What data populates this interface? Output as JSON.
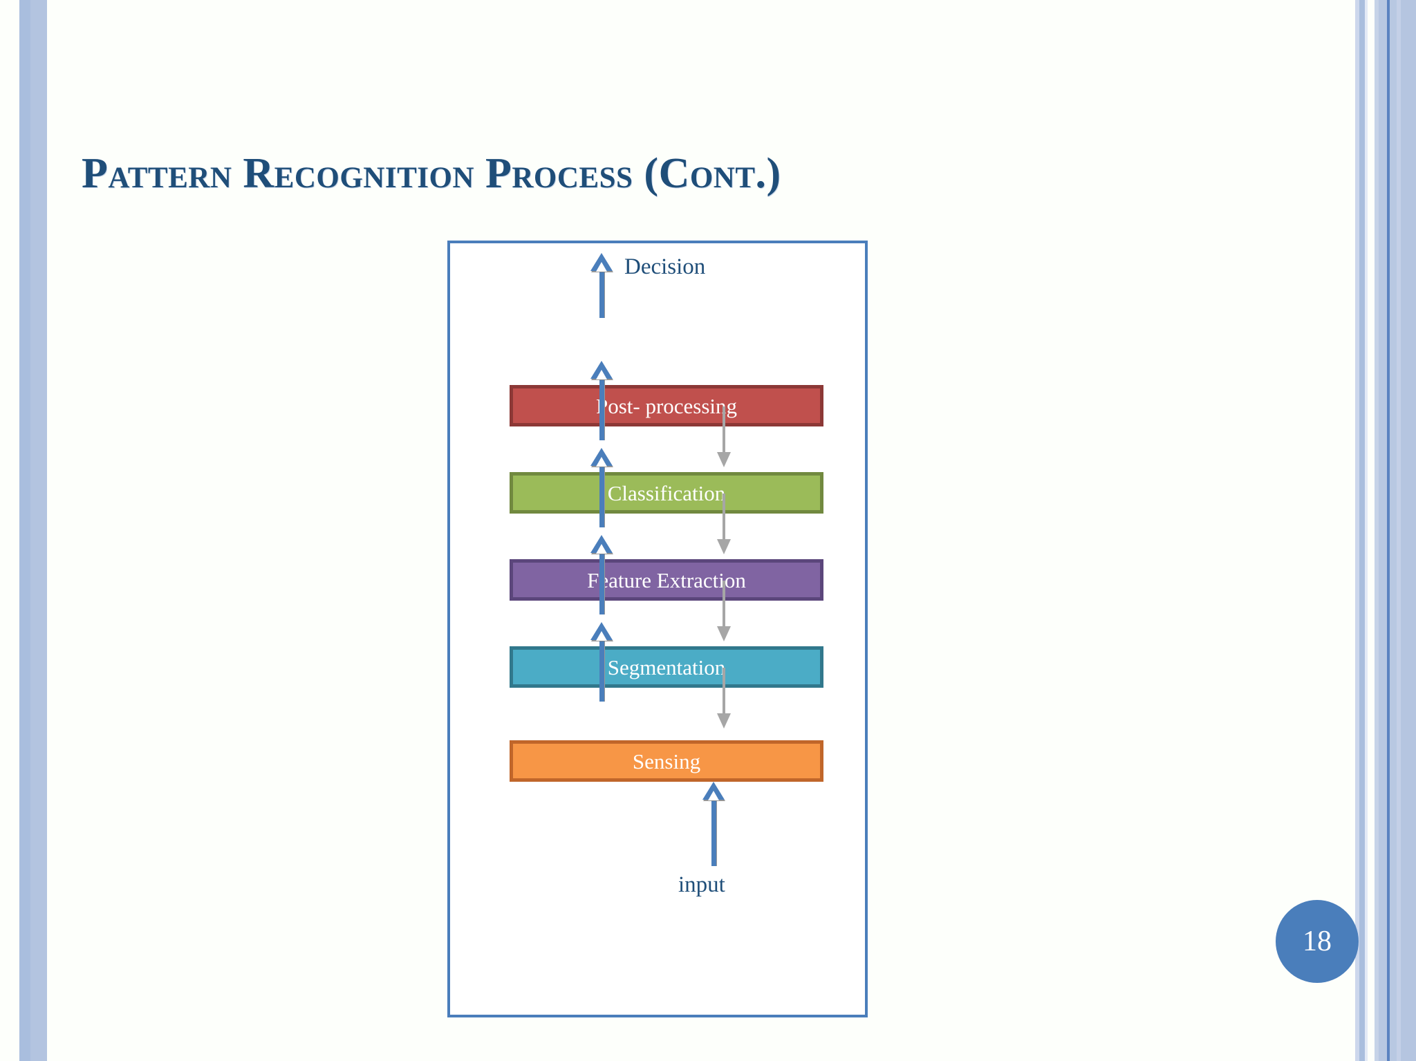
{
  "slide": {
    "title": "Pattern Recognition Process (Cont.)",
    "page_number": "18",
    "accent_color": "#4a7ebb",
    "title_color": "#1f4e79"
  },
  "diagram": {
    "type": "flow",
    "top_label": "Decision",
    "bottom_label": "input",
    "stages": [
      {
        "label": "Post- processing",
        "fill": "#c0504d",
        "border": "#8c3836"
      },
      {
        "label": "Classification",
        "fill": "#9bbb59",
        "border": "#71893f"
      },
      {
        "label": "Feature Extraction",
        "fill": "#8064a2",
        "border": "#5b467b"
      },
      {
        "label": "Segmentation",
        "fill": "#4bacc6",
        "border": "#31788c"
      },
      {
        "label": "Sensing",
        "fill": "#f79646",
        "border": "#c0662a"
      }
    ],
    "up_arrow_color": "#4a7ebb",
    "down_arrow_color": "#a6a6a6"
  }
}
